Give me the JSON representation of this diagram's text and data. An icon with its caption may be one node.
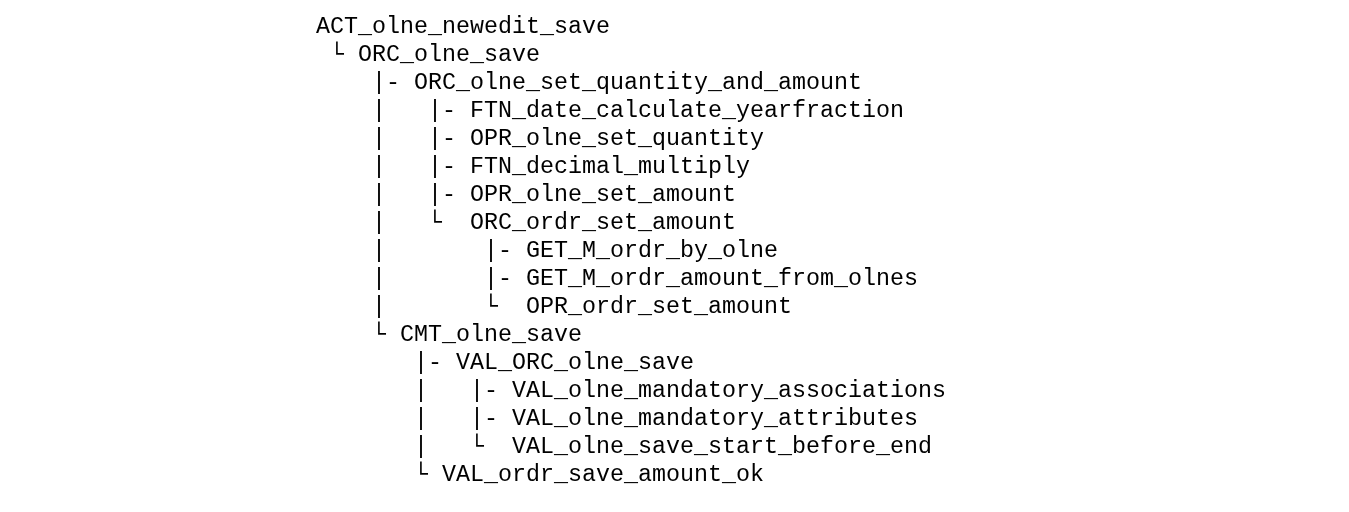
{
  "diagram": {
    "labels": [
      "ACT_olne_newedit_save",
      "└ ORC_olne_save",
      "|- ORC_olne_set_quantity_and_amount",
      "|   |- FTN_date_calculate_yearfraction",
      "|   |- OPR_olne_set_quantity",
      "|   |- FTN_decimal_multiply",
      "|   |- OPR_olne_set_amount",
      "|   └  ORC_ordr_set_amount",
      "|       |- GET_M_ordr_by_olne",
      "|       |- GET_M_ordr_amount_from_olnes",
      "|       └  OPR_ordr_set_amount",
      "└ CMT_olne_save",
      "|- VAL_ORC_olne_save",
      "|   |- VAL_olne_mandatory_associations",
      "|   |- VAL_olne_mandatory_attributes",
      "|   └  VAL_olne_save_start_before_end",
      "└ VAL_ordr_save_amount_ok"
    ]
  }
}
